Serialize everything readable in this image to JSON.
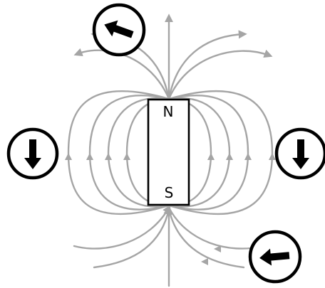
{
  "magnet": {
    "north_label": "N",
    "south_label": "S"
  },
  "colors": {
    "field_line": "#a5a5a5",
    "magnet_outline": "#000000",
    "compass": "#000000",
    "background": "#ffffff"
  },
  "compasses": [
    {
      "name": "compass-top-left",
      "needle_direction": "left"
    },
    {
      "name": "compass-left",
      "needle_direction": "down"
    },
    {
      "name": "compass-right",
      "needle_direction": "down"
    },
    {
      "name": "compass-bottom-right",
      "needle_direction": "left"
    }
  ]
}
